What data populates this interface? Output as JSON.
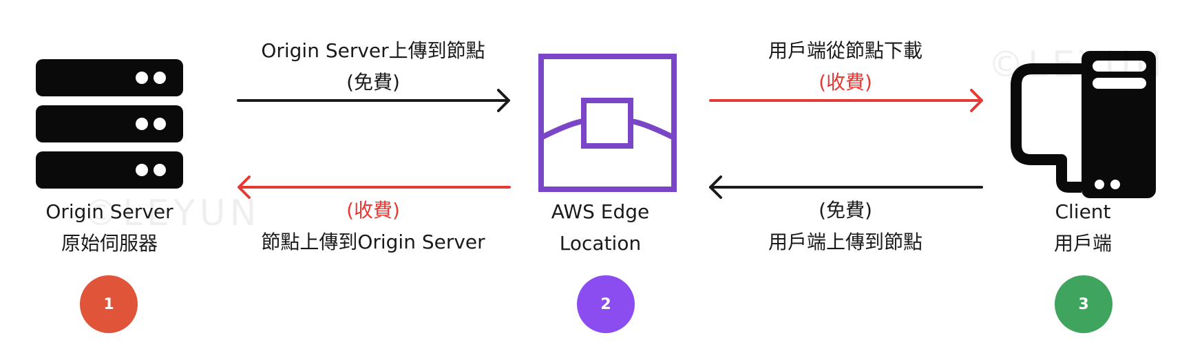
{
  "nodes": {
    "origin": {
      "label_en": "Origin Server",
      "label_zh": "原始伺服器",
      "badge": "1",
      "badge_color": "#e0553a",
      "icon": "server-rack-icon"
    },
    "edge": {
      "label_line1": "AWS Edge",
      "label_line2": "Location",
      "badge": "2",
      "badge_color": "#8b4cf0",
      "icon": "edge-location-icon",
      "icon_color": "#7b45c8"
    },
    "client": {
      "label_en": "Client",
      "label_zh": "用戶端",
      "badge": "3",
      "badge_color": "#3fa45e",
      "icon": "client-computer-icon"
    }
  },
  "flows": {
    "origin_to_edge": {
      "title": "Origin Server上傳到節點",
      "fee": "(免費)",
      "color": "#1a1a1a"
    },
    "edge_to_origin": {
      "title": "節點上傳到Origin Server",
      "fee": "(收費)",
      "color": "#e53935"
    },
    "edge_to_client": {
      "title": "用戶端從節點下載",
      "fee": "(收費)",
      "color": "#e53935"
    },
    "client_to_edge": {
      "title": "用戶端上傳到節點",
      "fee": "(免費)",
      "color": "#1a1a1a"
    }
  },
  "watermark": "©LEYUN"
}
